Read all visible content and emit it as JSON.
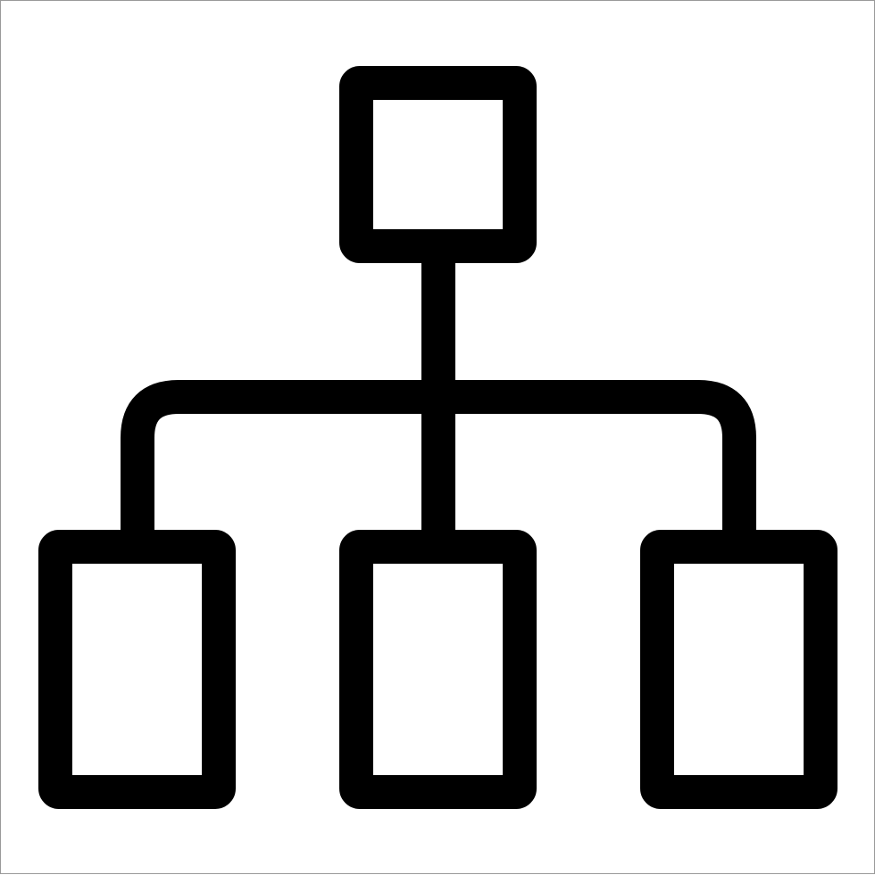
{
  "icon": {
    "name": "sitemap-hierarchy-icon",
    "style": "line",
    "stroke_color": "#000000",
    "background_color": "#ffffff",
    "border_color": "#9a9a9a",
    "levels": [
      {
        "level": 1,
        "box_count": 1
      },
      {
        "level": 2,
        "box_count": 3
      }
    ]
  }
}
